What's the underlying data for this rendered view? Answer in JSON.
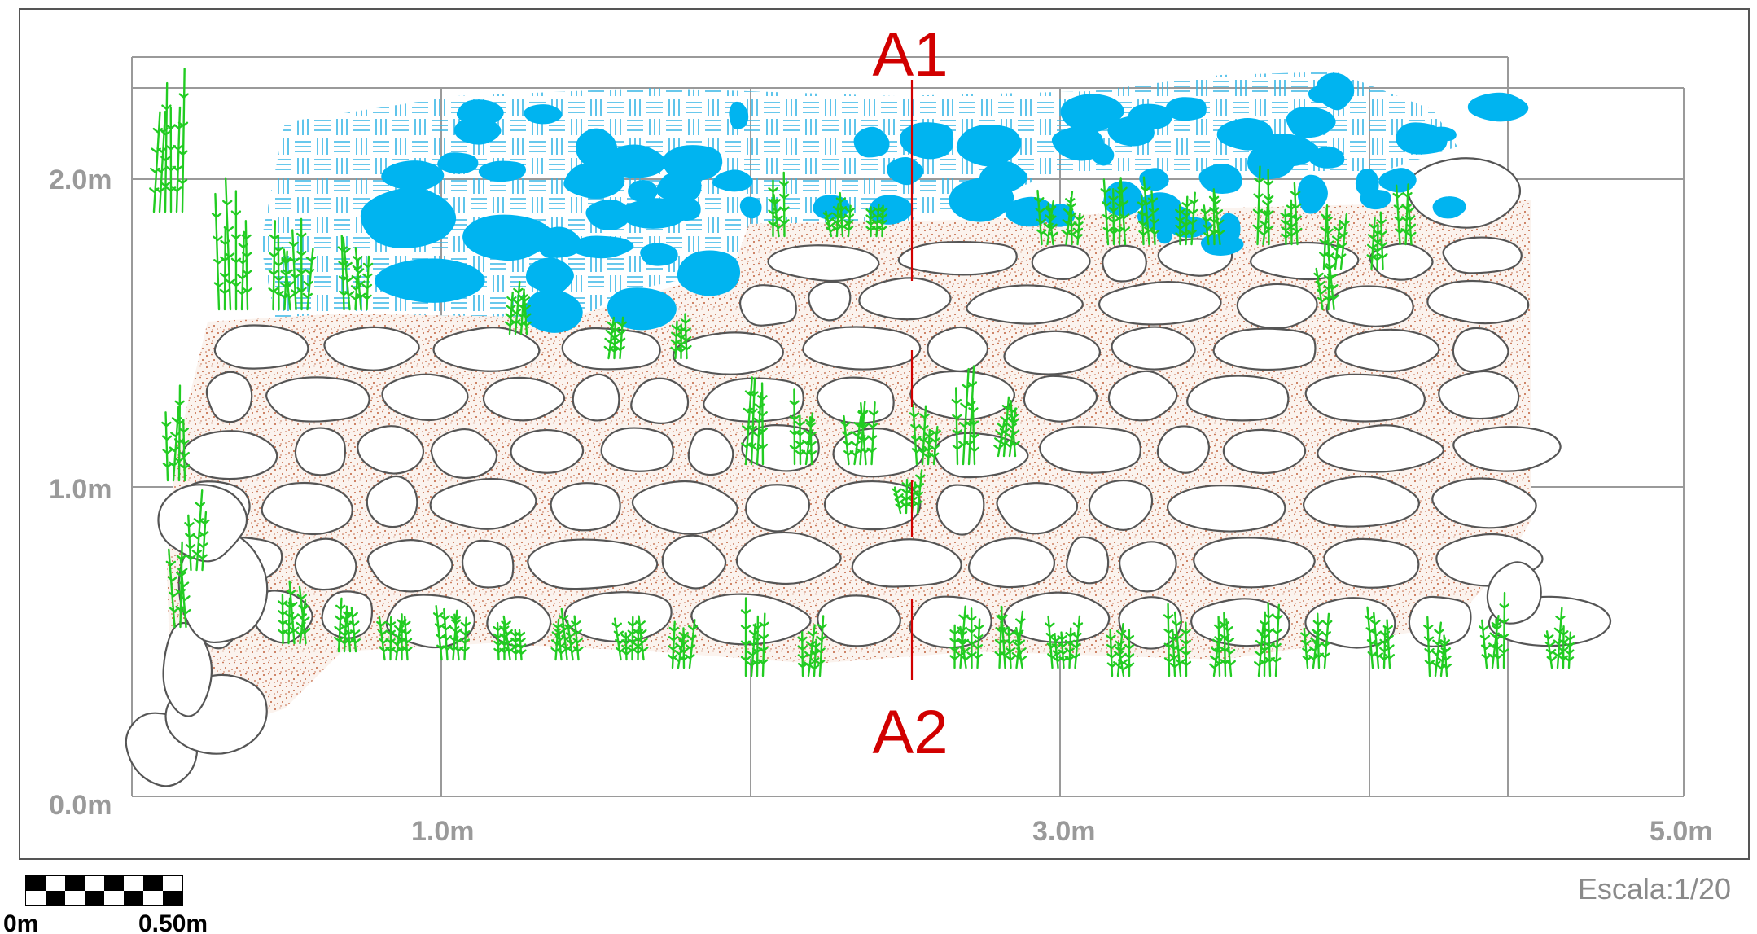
{
  "labels": {
    "y_axis": [
      "0.0m",
      "1.0m",
      "2.0m"
    ],
    "x_axis": [
      "1.0m",
      "3.0m",
      "5.0m"
    ],
    "section_top": "A1",
    "section_bottom": "A2",
    "scale": "Escala:1/20",
    "scalebar_start": "0m",
    "scalebar_end": "0.50m"
  },
  "colors": {
    "stone_outline": "#555555",
    "mortar": "#c0603c",
    "vegetation": "#22cc22",
    "fill_stones": "#00b4f0",
    "hatch": "#36b6e6",
    "grid": "#9a9a9a",
    "section_line": "#d10000"
  },
  "icons": [
    "stone-outline",
    "vegetation-tuft",
    "fill-stone",
    "scale-bar"
  ]
}
